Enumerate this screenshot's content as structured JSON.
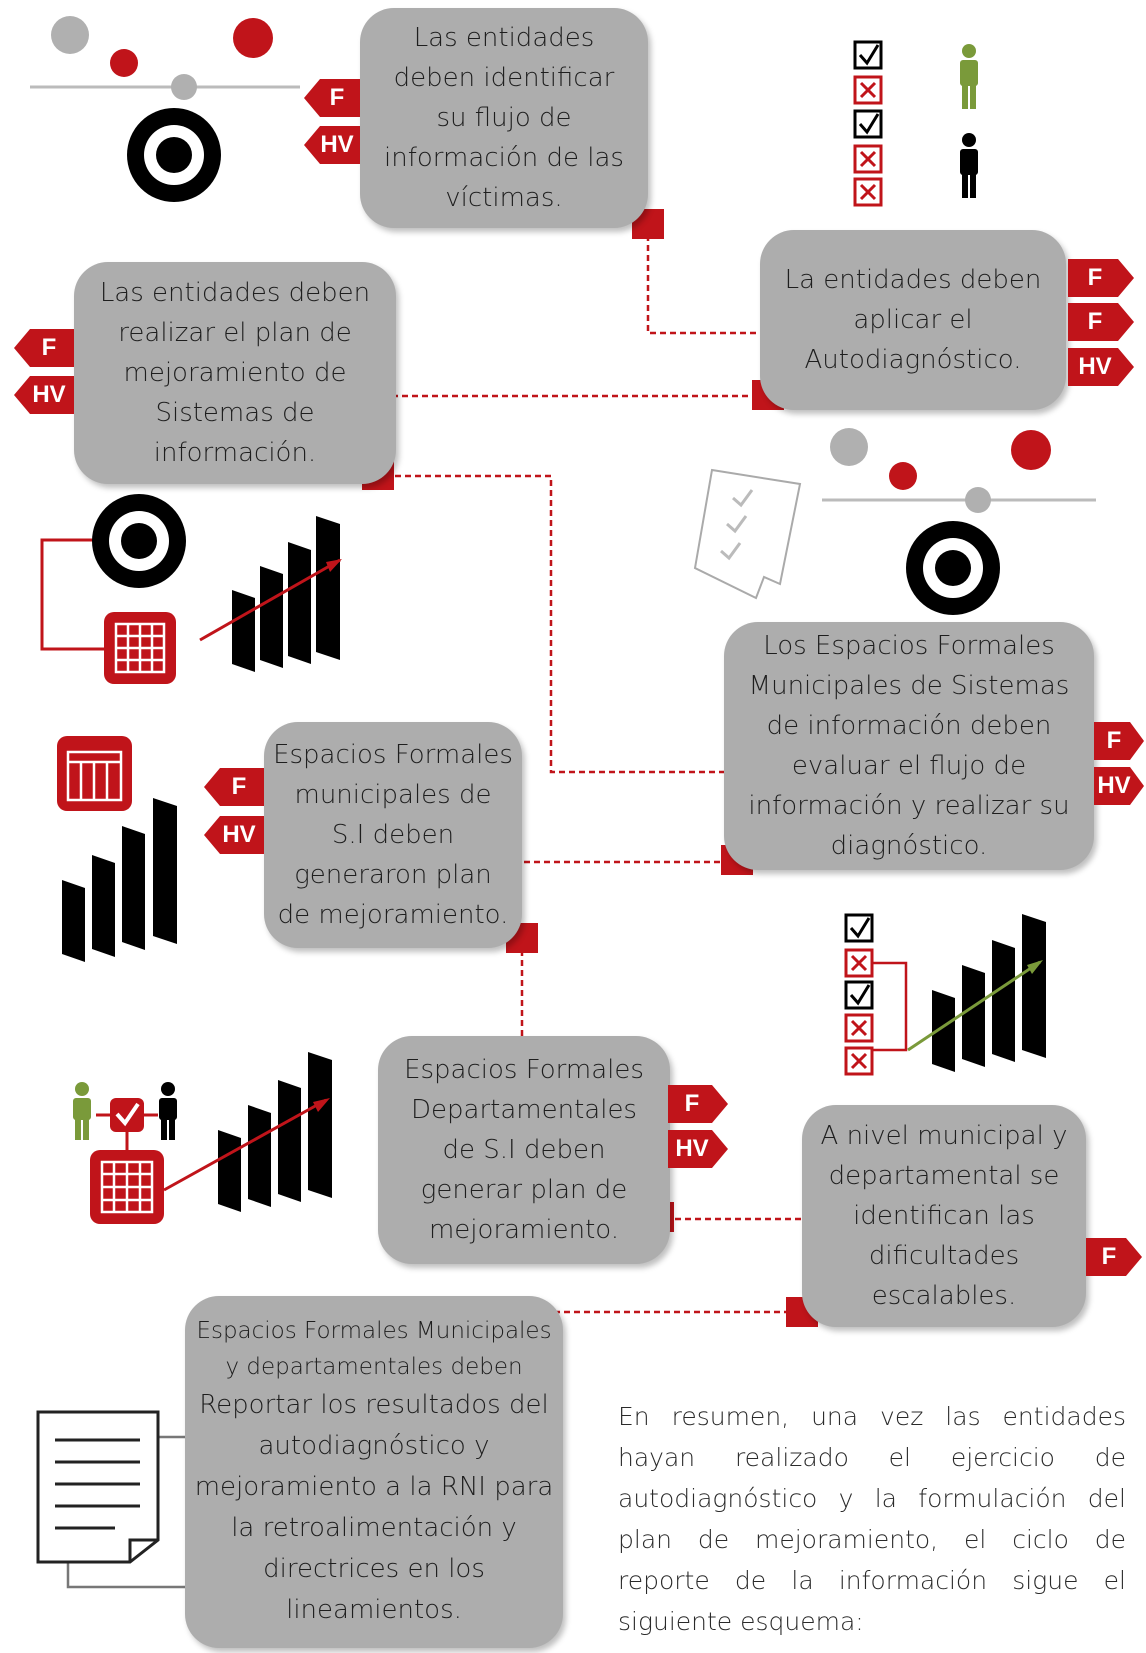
{
  "colors": {
    "accent": "#c0141a",
    "box": "#adadad",
    "green": "#7a9a3a",
    "text": "#1e1e1e"
  },
  "steps": [
    {
      "id": 1,
      "text": "Las entidades\ndeben identificar\nsu flujo de\ninformación de las\nvíctimas."
    },
    {
      "id": 2,
      "text": "La entidades deben\naplicar el\nAutodiagnóstico."
    },
    {
      "id": 3,
      "text": "Las entidades deben\nrealizar el plan de\nmejoramiento de\nSistemas de\ninformación."
    },
    {
      "id": 4,
      "text": "Los Espacios Formales\nMunicipales de Sistemas\nde información deben\nevaluar el flujo de\ninformación y realizar su\ndiagnóstico."
    },
    {
      "id": 5,
      "text": "Espacios Formales\nmunicipales de\nS.I deben\ngeneraron plan\nde mejoramiento."
    },
    {
      "id": 6,
      "text": "Espacios Formales\nDepartamentales\nde S.I deben\ngenerar plan de\nmejoramiento."
    },
    {
      "id": 7,
      "text": "A nivel municipal y\ndepartamental se\nidentifican las\ndificultades\nescalables."
    },
    {
      "id": 8,
      "text_top": "Espacios Formales Municipales\ny departamentales deben",
      "text": "Reportar los resultados del\nautodiagnóstico y\nmejoramiento a la RNI para\nla retroalimentación y\ndirectrices en los\nlineamientos."
    }
  ],
  "tags": {
    "f": "F",
    "hv": "HV"
  },
  "summary": "En resumen, una vez las entidades hayan realizado el ejercicio de autodiagnóstico y la formulación del plan de mejoramiento, el ciclo de reporte de la información sigue el siguiente esquema:"
}
